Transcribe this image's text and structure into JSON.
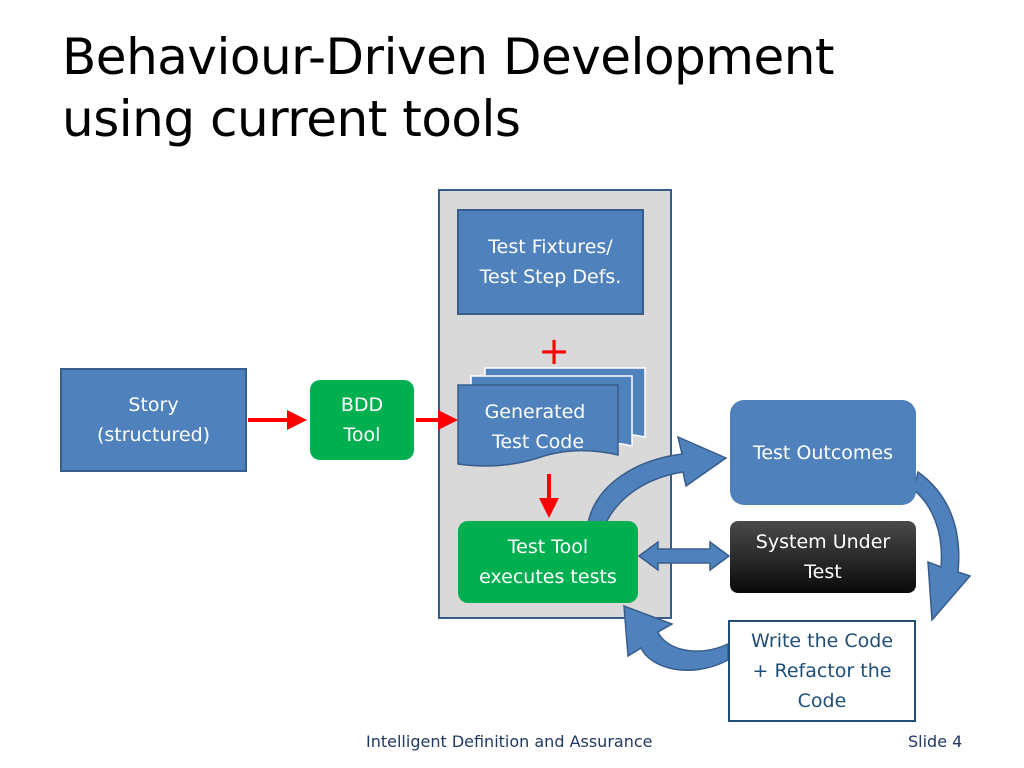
{
  "slide": {
    "title_line1": "Behaviour-Driven Development",
    "title_line2": "using current tools",
    "footer_center": "Intelligent Definition and Assurance",
    "footer_right": "Slide 4"
  },
  "nodes": {
    "story": {
      "line1": "Story",
      "line2": "(structured)"
    },
    "bdd_tool": {
      "line1": "BDD",
      "line2": "Tool"
    },
    "fixtures": {
      "line1": "Test Fixtures/",
      "line2": "Test Step Defs."
    },
    "plus": "+",
    "generated": {
      "line1": "Generated",
      "line2": "Test Code"
    },
    "test_tool": {
      "line1": "Test Tool",
      "line2": "executes tests"
    },
    "outcomes": {
      "line1": "Test Outcomes"
    },
    "sut": {
      "line1": "System Under",
      "line2": "Test"
    },
    "write_code": {
      "line1": "Write the Code",
      "line2": "+ Refactor the",
      "line3": "Code"
    }
  },
  "colors": {
    "box_blue": "#4f81bd",
    "box_border": "#385d8a",
    "tool_green": "#00b050",
    "arrow_red": "#ff0000",
    "panel_gray": "#d9d9d9",
    "dark_box": "#1a1a1a"
  }
}
